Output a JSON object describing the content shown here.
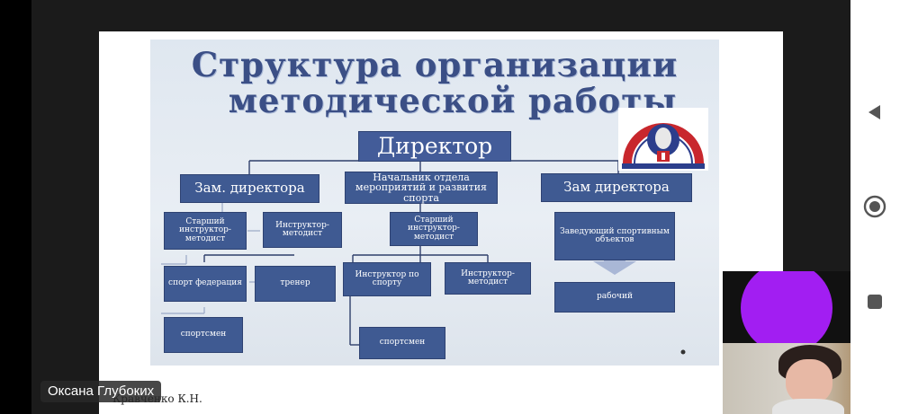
{
  "slide": {
    "title_line1": "Структура организации",
    "title_line2": "методической работы",
    "boxes": {
      "director": "Директор",
      "deputy1": "Зам. директора",
      "dept_head": "Начальник отдела мероприятий  и развития спорта",
      "deputy2": "Зам директора",
      "senior_instructor1": "Старший инструктор-методист",
      "instructor_methodist1": "Инструктор-методист",
      "senior_instructor2": "Старший инструктор-методист",
      "head_facilities": "Заведующий спортивным объектов",
      "sport_federation": "спорт федерация",
      "coach": "тренер",
      "sport_instructor": "Инструктор по спорту",
      "instructor_methodist2": "Инструктор-методист",
      "worker": "рабочий",
      "athlete1": "спортсмен",
      "athlete2": "спортсмен"
    }
  },
  "credit": "Кравченко К.Н.",
  "participant_name": "Оксана Глубоких",
  "colors": {
    "box": "#3f5a92",
    "title": "#3b4f86",
    "avatar": "#a21ef2"
  },
  "nav": {
    "back": "back-icon",
    "home": "home-icon",
    "recents": "recents-icon"
  }
}
